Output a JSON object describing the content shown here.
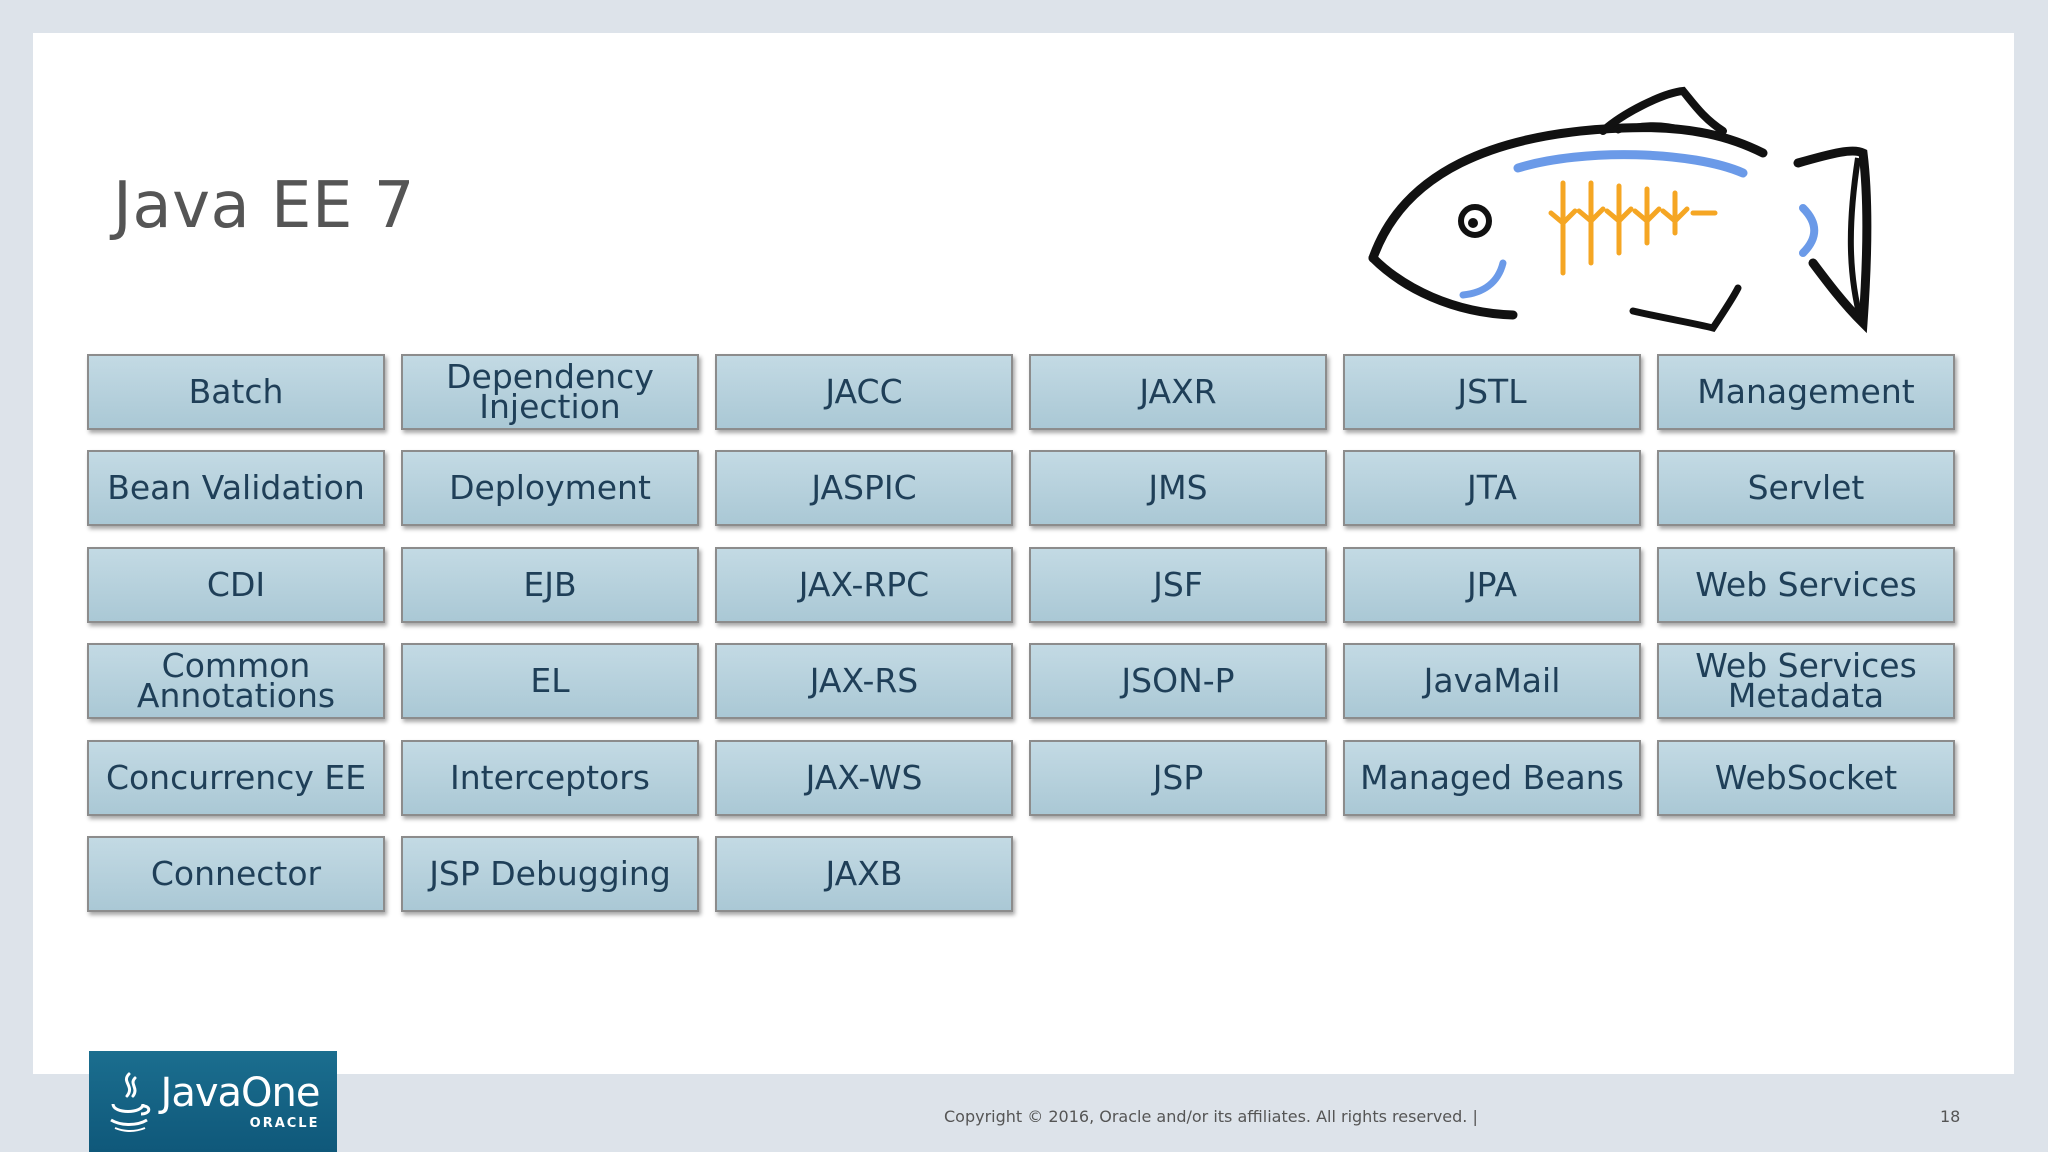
{
  "slide": {
    "title": "Java EE 7",
    "grid": [
      [
        "Batch",
        "Dependency\nInjection",
        "JACC",
        "JAXR",
        "JSTL",
        "Management"
      ],
      [
        "Bean Validation",
        "Deployment",
        "JASPIC",
        "JMS",
        "JTA",
        "Servlet"
      ],
      [
        "CDI",
        "EJB",
        "JAX-RPC",
        "JSF",
        "JPA",
        "Web Services"
      ],
      [
        "Common\nAnnotations",
        "EL",
        "JAX-RS",
        "JSON-P",
        "JavaMail",
        "Web Services\nMetadata"
      ],
      [
        "Concurrency EE",
        "Interceptors",
        "JAX-WS",
        "JSP",
        "Managed Beans",
        "WebSocket"
      ],
      [
        "Connector",
        "JSP Debugging",
        "JAXB"
      ]
    ],
    "colors": {
      "cell_fill": "#b8d2dd",
      "cell_text": "#1f3f58",
      "fish_blue": "#6b9ae8",
      "fish_orange": "#f5a623"
    }
  },
  "logo": {
    "brand": "JavaOne",
    "sub": "ORACLE"
  },
  "footer": {
    "copyright": "Copyright © 2016, Oracle and/or its affiliates. All rights reserved.  |",
    "page_number": "18"
  }
}
